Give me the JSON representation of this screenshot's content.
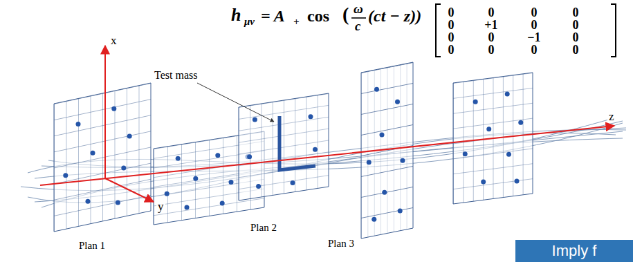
{
  "diagram": {
    "nodes": [
      {
        "text": [
          "Imply f"
        ]
      }
    ],
    "labels": [
      "h",
      "μν",
      "= A",
      "+",
      "cos",
      "(",
      "ω",
      "c",
      "(ct − z))",
      "0",
      "0",
      "0",
      "0",
      "0",
      "+1",
      "0",
      "0",
      "0",
      "0",
      "−1",
      "0",
      "0",
      "0",
      "0",
      "0",
      "x",
      "Test mass",
      "z",
      "y",
      "Plan 1",
      "Plan 2",
      "Plan 3"
    ]
  }
}
